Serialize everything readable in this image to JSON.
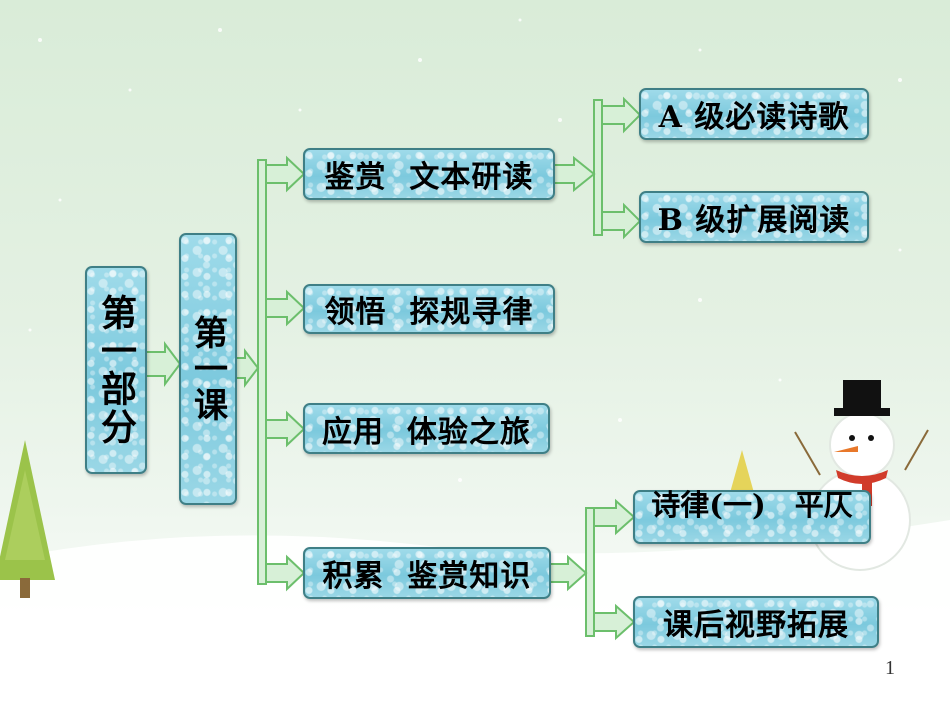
{
  "root": {
    "label": "第一部分"
  },
  "lesson": {
    "label": "第一课"
  },
  "sections": [
    {
      "label": "鉴赏  文本研读",
      "children": [
        {
          "label": "A 级必读诗歌"
        },
        {
          "label": "B 级扩展阅读"
        }
      ]
    },
    {
      "label": "领悟  探规寻律"
    },
    {
      "label": "应用  体验之旅"
    },
    {
      "label": "积累  鉴赏知识",
      "children": [
        {
          "label": "诗律(一)　平仄"
        },
        {
          "label": "课后视野拓展"
        }
      ]
    }
  ],
  "page_number": "1",
  "colors": {
    "node_fill": "#8fd3e3",
    "node_border": "#3f7f86",
    "connector": "#7fc97f"
  }
}
